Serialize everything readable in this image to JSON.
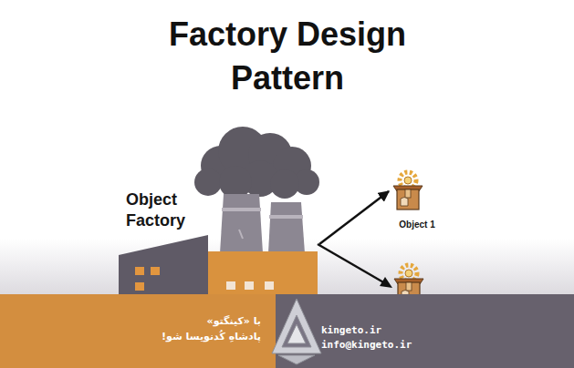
{
  "diagram": {
    "title": "Factory Design Pattern",
    "nodes": [
      {
        "text": [
          "Object Factory"
        ]
      },
      {
        "text": [
          "Object 1"
        ]
      }
    ],
    "edges": [
      {
        "from": 0,
        "to": 1,
        "arrow": "to"
      }
    ],
    "labels": [
      "با «کینگتو»",
      "پادشاهِ کُدنویسا شو!",
      "kingeto.ir",
      "info@kingeto.ir"
    ]
  }
}
